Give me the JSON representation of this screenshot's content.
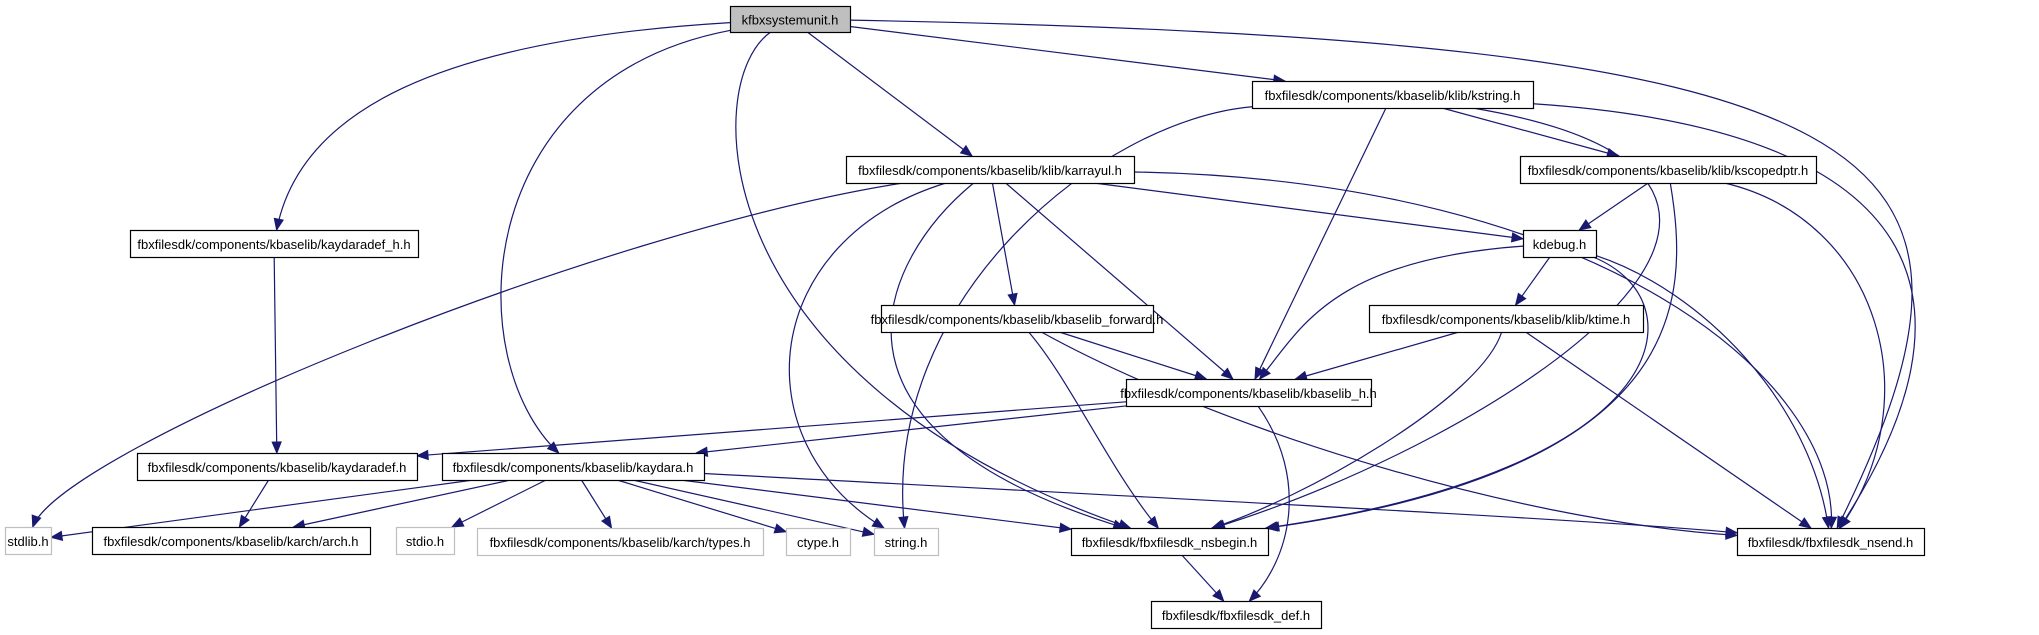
{
  "graph": {
    "title": "kfbxsystemunit.h include dependency graph",
    "edge_color": "#191970",
    "root_fill": "#bfbfbf",
    "system_border": "#bfbfbf",
    "nodes": [
      {
        "id": "root",
        "label": "kfbxsystemunit.h",
        "kind": "root"
      },
      {
        "id": "kstring",
        "label": "fbxfilesdk/components/kbaselib/klib/kstring.h",
        "kind": "project"
      },
      {
        "id": "karrayul",
        "label": "fbxfilesdk/components/kbaselib/klib/karrayul.h",
        "kind": "project"
      },
      {
        "id": "kscopedptr",
        "label": "fbxfilesdk/components/kbaselib/klib/kscopedptr.h",
        "kind": "project"
      },
      {
        "id": "kaydaradef_h",
        "label": "fbxfilesdk/components/kbaselib/kaydaradef_h.h",
        "kind": "project"
      },
      {
        "id": "kdebug",
        "label": "kdebug.h",
        "kind": "project"
      },
      {
        "id": "kbaselib_forward",
        "label": "fbxfilesdk/components/kbaselib/kbaselib_forward.h",
        "kind": "project"
      },
      {
        "id": "ktime",
        "label": "fbxfilesdk/components/kbaselib/klib/ktime.h",
        "kind": "project"
      },
      {
        "id": "kbaselib_h",
        "label": "fbxfilesdk/components/kbaselib/kbaselib_h.h",
        "kind": "project"
      },
      {
        "id": "kaydaradef",
        "label": "fbxfilesdk/components/kbaselib/kaydaradef.h",
        "kind": "project"
      },
      {
        "id": "kaydara",
        "label": "fbxfilesdk/components/kbaselib/kaydara.h",
        "kind": "project"
      },
      {
        "id": "stdlib",
        "label": "stdlib.h",
        "kind": "system"
      },
      {
        "id": "arch",
        "label": "fbxfilesdk/components/kbaselib/karch/arch.h",
        "kind": "project"
      },
      {
        "id": "stdio",
        "label": "stdio.h",
        "kind": "system"
      },
      {
        "id": "types",
        "label": "fbxfilesdk/components/kbaselib/karch/types.h",
        "kind": "system"
      },
      {
        "id": "ctype",
        "label": "ctype.h",
        "kind": "system"
      },
      {
        "id": "string",
        "label": "string.h",
        "kind": "system"
      },
      {
        "id": "nsbegin",
        "label": "fbxfilesdk/fbxfilesdk_nsbegin.h",
        "kind": "project"
      },
      {
        "id": "nsend",
        "label": "fbxfilesdk/fbxfilesdk_nsend.h",
        "kind": "project"
      },
      {
        "id": "def",
        "label": "fbxfilesdk/fbxfilesdk_def.h",
        "kind": "project"
      }
    ],
    "edges": [
      [
        "root",
        "kaydaradef_h"
      ],
      [
        "root",
        "kaydara"
      ],
      [
        "root",
        "nsbegin"
      ],
      [
        "root",
        "karrayul"
      ],
      [
        "root",
        "kstring"
      ],
      [
        "root",
        "nsend"
      ],
      [
        "kstring",
        "string"
      ],
      [
        "kstring",
        "kbaselib_h"
      ],
      [
        "kstring",
        "kscopedptr"
      ],
      [
        "kstring",
        "nsbegin"
      ],
      [
        "kstring",
        "nsend"
      ],
      [
        "karrayul",
        "stdlib"
      ],
      [
        "karrayul",
        "string"
      ],
      [
        "karrayul",
        "nsbegin"
      ],
      [
        "karrayul",
        "kbaselib_forward"
      ],
      [
        "karrayul",
        "kbaselib_h"
      ],
      [
        "karrayul",
        "kdebug"
      ],
      [
        "karrayul",
        "nsend"
      ],
      [
        "kscopedptr",
        "kdebug"
      ],
      [
        "kscopedptr",
        "nsbegin"
      ],
      [
        "kscopedptr",
        "nsend"
      ],
      [
        "kaydaradef_h",
        "kaydaradef"
      ],
      [
        "kdebug",
        "kbaselib_h"
      ],
      [
        "kdebug",
        "ktime"
      ],
      [
        "kdebug",
        "nsbegin"
      ],
      [
        "kdebug",
        "nsend"
      ],
      [
        "kbaselib_forward",
        "kbaselib_h"
      ],
      [
        "kbaselib_forward",
        "nsbegin"
      ],
      [
        "kbaselib_forward",
        "nsend"
      ],
      [
        "ktime",
        "kbaselib_h"
      ],
      [
        "ktime",
        "nsbegin"
      ],
      [
        "ktime",
        "nsend"
      ],
      [
        "kbaselib_h",
        "kaydaradef"
      ],
      [
        "kbaselib_h",
        "kaydara"
      ],
      [
        "kbaselib_h",
        "def"
      ],
      [
        "kaydaradef",
        "arch"
      ],
      [
        "kaydara",
        "stdlib"
      ],
      [
        "kaydara",
        "arch"
      ],
      [
        "kaydara",
        "stdio"
      ],
      [
        "kaydara",
        "types"
      ],
      [
        "kaydara",
        "ctype"
      ],
      [
        "kaydara",
        "string"
      ],
      [
        "kaydara",
        "nsbegin"
      ],
      [
        "kaydara",
        "nsend"
      ],
      [
        "nsbegin",
        "def"
      ]
    ]
  }
}
